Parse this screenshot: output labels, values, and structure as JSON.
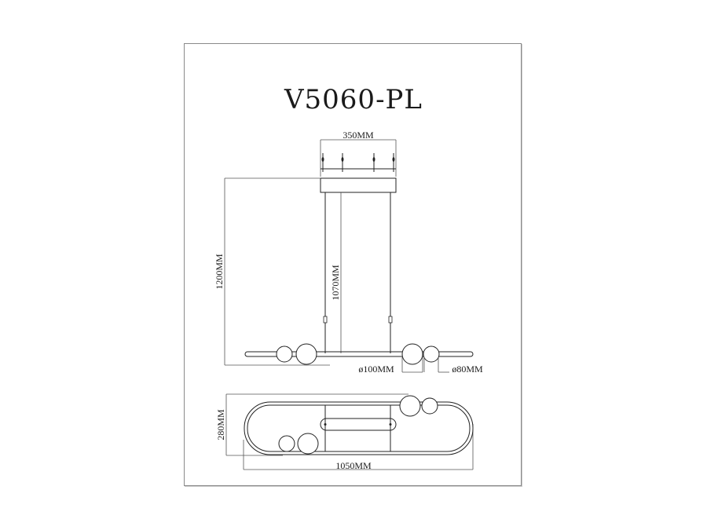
{
  "drawing": {
    "model": "V5060-PL",
    "dimensions": {
      "canopy_width": "350MM",
      "total_height": "1200MM",
      "cable_length": "1070MM",
      "large_shade_diameter": "ø100MM",
      "small_shade_diameter": "ø80MM",
      "depth": "280MM",
      "length": "1050MM"
    },
    "views": [
      "front-elevation",
      "top-plan"
    ]
  },
  "colors": {
    "line": "#222222",
    "frame": "#8a8a8a",
    "background": "#ffffff"
  }
}
